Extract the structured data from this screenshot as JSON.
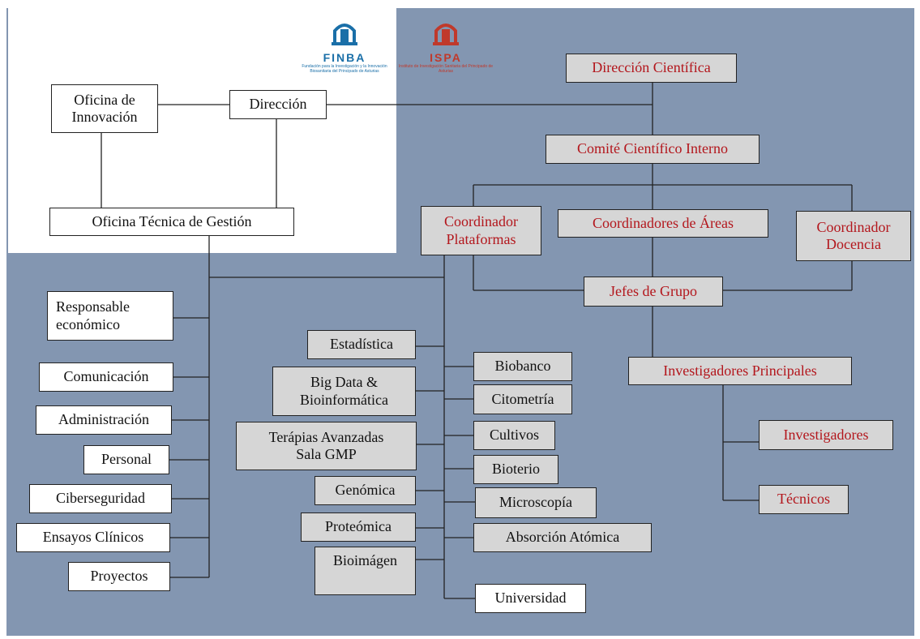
{
  "logos": {
    "finba": {
      "word": "FINBA",
      "subtitle": "Fundación para la Investigación y la Innovación Biosanitaria del Principado de Asturias",
      "color": "#1a6fa8"
    },
    "ispa": {
      "word": "ISPA",
      "subtitle": "Instituto de Investigación Sanitaria del Principado de Asturias",
      "color": "#c0392b"
    }
  },
  "colors": {
    "background": "#8396b1",
    "red_text": "#b3161c",
    "grey_box": "#d6d6d6"
  },
  "nodes": {
    "oficina_innovacion": "Oficina de\nInnovación",
    "direccion": "Dirección",
    "oficina_tecnica": "Oficina Técnica de Gestión",
    "direccion_cientifica": "Dirección Científica",
    "comite_cientifico": "Comité Científico Interno",
    "coord_plataformas": "Coordinador\nPlataformas",
    "coord_areas": "Coordinadores de Áreas",
    "coord_docencia": "Coordinador\nDocencia",
    "jefes_grupo": "Jefes de Grupo",
    "investigadores_principales": "Investigadores Principales",
    "investigadores": "Investigadores",
    "tecnicos": "Técnicos",
    "responsable_economico": "Responsable\neconómico",
    "comunicacion": "Comunicación",
    "administracion": "Administración",
    "personal": "Personal",
    "ciberseguridad": "Ciberseguridad",
    "ensayos_clinicos": "Ensayos Clínicos",
    "proyectos": "Proyectos",
    "estadistica": "Estadística",
    "big_data": "Big Data &\nBioinformática",
    "terapias": "Terápias Avanzadas\nSala GMP",
    "genomica": "Genómica",
    "proteomica": "Proteómica",
    "bioimagen": "Bioimágen",
    "biobanco": "Biobanco",
    "citometria": "Citometría",
    "cultivos": "Cultivos",
    "bioterio": "Bioterio",
    "microscopia": "Microscopía",
    "absorcion": "Absorción  Atómica",
    "universidad": "Universidad"
  }
}
